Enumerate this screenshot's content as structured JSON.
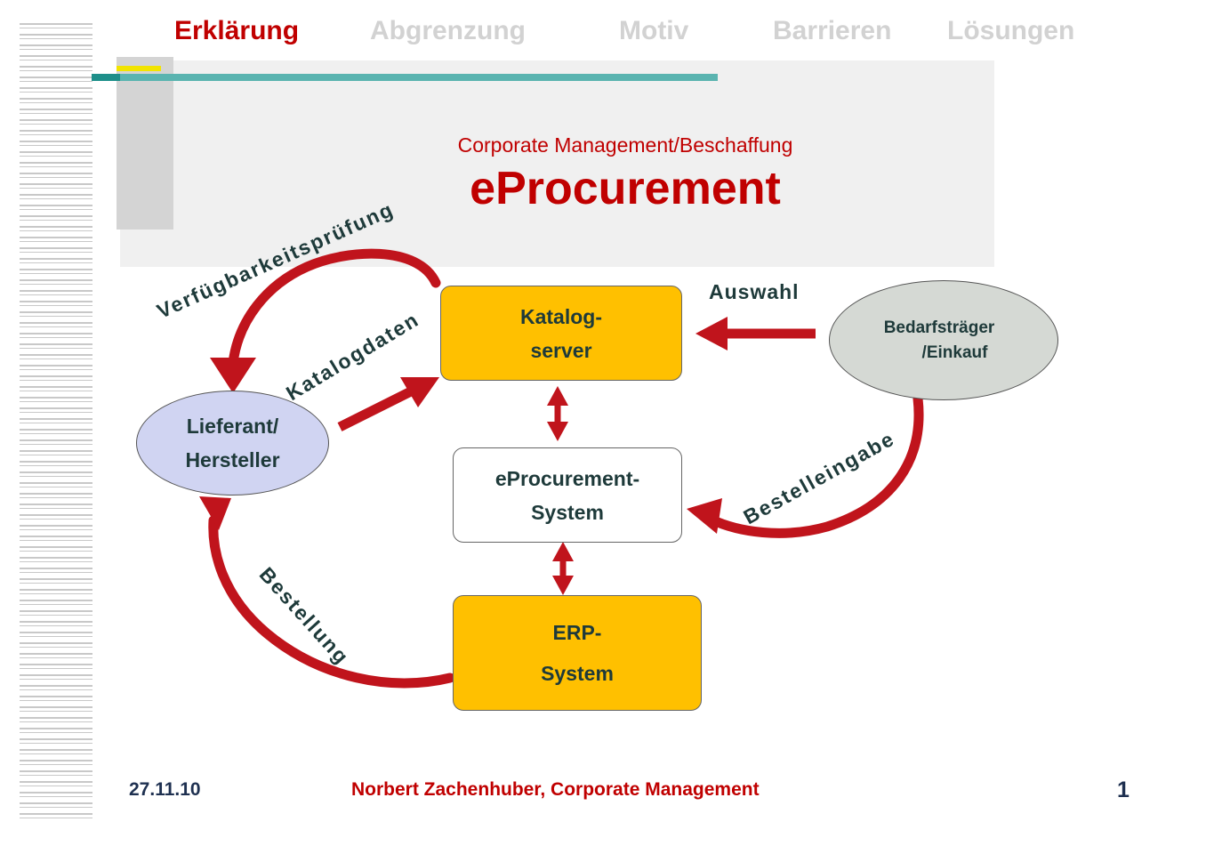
{
  "nav": {
    "items": [
      {
        "label": "Erklärung",
        "active": true
      },
      {
        "label": "Abgrenzung",
        "active": false
      },
      {
        "label": "Motiv",
        "active": false
      },
      {
        "label": "Barrieren",
        "active": false
      },
      {
        "label": "Lösungen",
        "active": false
      }
    ]
  },
  "header": {
    "subtitle": "Corporate Management/Beschaffung",
    "title": "eProcurement"
  },
  "nodes": {
    "katalog_server": {
      "line1": "Katalog-",
      "line2": "server"
    },
    "eprocurement_system": {
      "line1": "eProcurement-",
      "line2": "System"
    },
    "erp_system": {
      "line1": "ERP-",
      "line2": "System"
    },
    "lieferant": {
      "line1": "Lieferant/",
      "line2": "Hersteller"
    },
    "bedarfstraeger": {
      "line1": "Bedarfsträger",
      "line2": "/Einkauf"
    }
  },
  "edges": {
    "verfuegbarkeit": "Verfügbarkeitsprüfung",
    "katalogdaten": "Katalogdaten",
    "auswahl": "Auswahl",
    "bestelleingabe": "Bestelleingabe",
    "bestellung": "Bestellung"
  },
  "colors": {
    "accent_red": "#c00000",
    "arrow_red": "#c0141c",
    "box_yellow": "#ffc000",
    "lieferant_fill": "#d0d4f2",
    "bedarf_fill": "#d5d9d4",
    "teal": "#5ab4b0"
  },
  "footer": {
    "date": "27.11.10",
    "author": "Norbert Zachenhuber, Corporate Management",
    "page": "1"
  }
}
